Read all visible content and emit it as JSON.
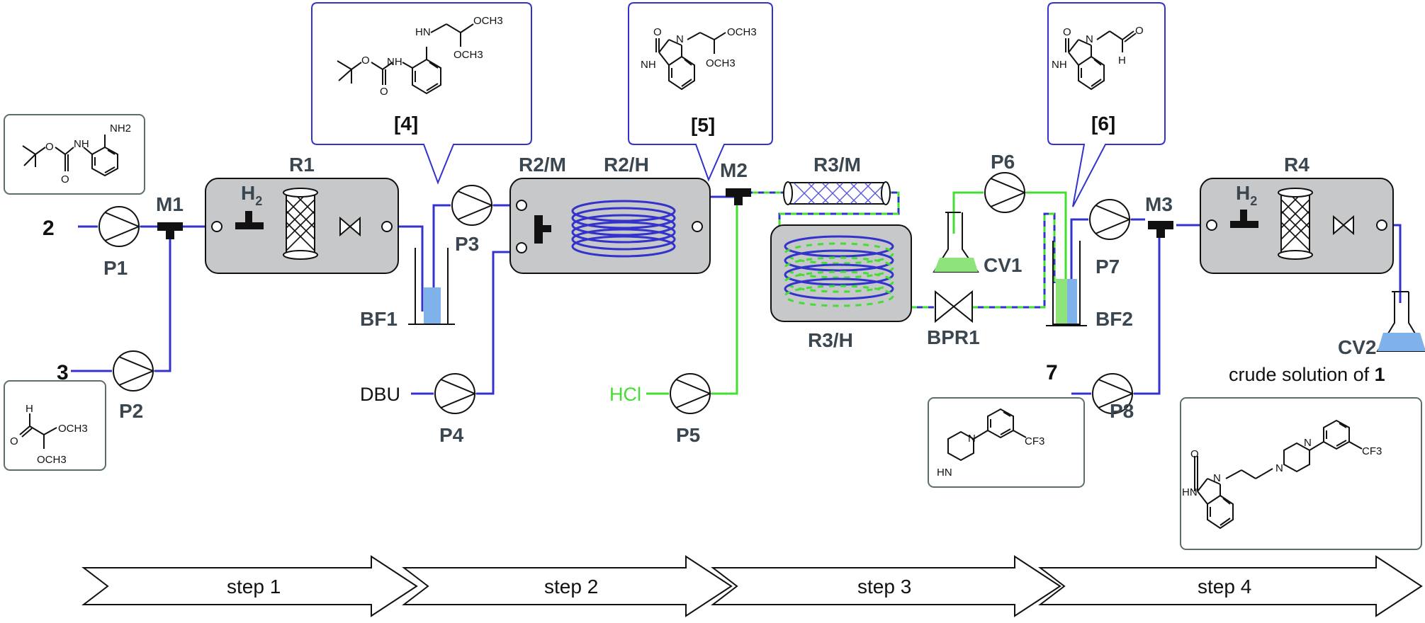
{
  "pumps": [
    "P1",
    "P2",
    "P3",
    "P4",
    "P5",
    "P6",
    "P7",
    "P8"
  ],
  "mixers": [
    "M1",
    "M2",
    "M3"
  ],
  "reactors": {
    "r1": "R1",
    "r2m": "R2/M",
    "r2h": "R2/H",
    "r3m": "R3/M",
    "r3h": "R3/H",
    "r4": "R4"
  },
  "vessels": {
    "bf1": "BF1",
    "bf2": "BF2",
    "cv1": "CV1",
    "cv2": "CV2",
    "bpr1": "BPR1"
  },
  "inputs": {
    "feed2": "2",
    "feed3": "3",
    "dbu": "DBU",
    "hcl": "HCl",
    "feed7": "7"
  },
  "h2": {
    "h": "H",
    "sub": "2"
  },
  "product": {
    "label": "crude solution of ",
    "num": "1"
  },
  "intermediates": [
    "[4]",
    "[5]",
    "[6]"
  ],
  "chem_labels": {
    "nh2": "NH2",
    "hn": "HN",
    "nh": "NH",
    "n": "N",
    "o": "O",
    "h": "H",
    "och3": "OCH3",
    "cf3": "CF3"
  },
  "steps": [
    "step 1",
    "step 2",
    "step 3",
    "step 4"
  ],
  "colors": {
    "line_blue": "#3333cc",
    "line_green": "#44dd33",
    "reactor_gray": "#c6c8ca",
    "liquid_blue": "#7fb2ea",
    "liquid_green": "#8fe37b"
  }
}
